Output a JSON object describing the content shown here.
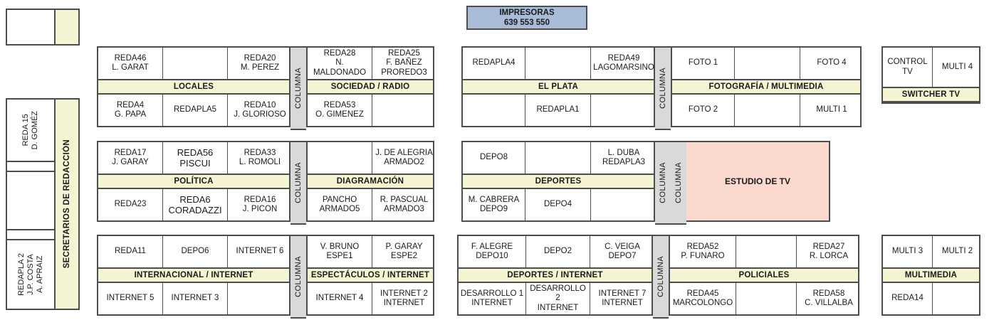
{
  "printers": {
    "title": "IMPRESORAS",
    "codes": "639  553  550"
  },
  "sidebar": {
    "label": "SECRETARIOS DE REDACCIÓN",
    "top_cell": "",
    "cells": [
      "REDA 15\nD. GOMÉZ",
      "",
      "REDAPLA 2\nJ.P. COSTA\nA. APRAIZ"
    ]
  },
  "columna_label": "COLUMNA",
  "estudio": {
    "label": "ESTUDIO DE TV",
    "color": "#fbd9cf"
  },
  "colors": {
    "band": "#f4f3d2",
    "columna": "#d9d9d9",
    "printers": "#a8bcd8",
    "studio": "#fbd9cf",
    "border": "#4d4d4d"
  },
  "rows": [
    {
      "blocks": [
        {
          "name": "locales",
          "label": "LOCALES",
          "top": [
            "REDA46\nL. GARAT",
            "",
            "REDA20\nM. PEREZ"
          ],
          "bottom": [
            "REDA4\nG. PAPA",
            "REDAPLA5",
            "REDA10\nJ. GLORIOSO"
          ]
        },
        {
          "name": "sociedad-radio",
          "label": "SOCIEDAD / RADIO",
          "top": [
            "REDA28\nN. MALDONADO",
            "REDA25\nF. BAÑEZ\nPROREDO3"
          ],
          "bottom": [
            "REDA53\nO. GIMENEZ",
            ""
          ]
        },
        {
          "name": "el-plata",
          "label": "EL PLATA",
          "top": [
            "REDAPLA4",
            "",
            "REDA49\nLAGOMARSINO"
          ],
          "bottom": [
            "",
            "REDAPLA1",
            ""
          ]
        },
        {
          "name": "fotografia-multimedia",
          "label": "FOTOGRAFÍA / MULTIMEDIA",
          "top": [
            "FOTO 1",
            "",
            "FOTO 4"
          ],
          "bottom": [
            "FOTO 2",
            "",
            "MULTI 1"
          ]
        },
        {
          "name": "switcher-tv",
          "label": "SWITCHER TV",
          "top": [
            "CONTROL TV",
            "MULTI 4"
          ],
          "bottom": []
        }
      ]
    },
    {
      "blocks": [
        {
          "name": "politica",
          "label": "POLÍTICA",
          "top": [
            "REDA17\nJ. GARAY",
            "REDA56\nPISCUI",
            "REDA33\nL. ROMOLI"
          ],
          "bottom": [
            "REDA23",
            "REDA6\nCORADAZZI",
            "REDA16\nJ. PICON"
          ]
        },
        {
          "name": "diagramacion",
          "label": "DIAGRAMACIÓN",
          "top": [
            "",
            "J. DE ALEGRIA\nARMADO2"
          ],
          "bottom": [
            "PANCHO\nARMADO5",
            "R. PASCUAL\nARMADO3"
          ]
        },
        {
          "name": "deportes",
          "label": "DEPORTES",
          "top": [
            "DEPO8",
            "",
            "L. DUBA\nREDAPLA3"
          ],
          "bottom": [
            "M. CABRERA\nDEPO9",
            "DEPO4",
            ""
          ]
        }
      ]
    },
    {
      "blocks": [
        {
          "name": "internacional-internet",
          "label": "INTERNACIONAL / INTERNET",
          "top": [
            "REDA11",
            "DEPO6",
            "INTERNET 6"
          ],
          "bottom": [
            "INTERNET 5",
            "INTERNET 3",
            ""
          ]
        },
        {
          "name": "espectaculos-internet",
          "label": "ESPECTÁCULOS / INTERNET",
          "top": [
            "V. BRUNO\nESPE1",
            "P. GARAY\nESPE2"
          ],
          "bottom": [
            "INTERNET 4",
            "INTERNET 2\nINTERNET"
          ]
        },
        {
          "name": "deportes-internet",
          "label": "DEPORTES / INTERNET",
          "top": [
            "F. ALEGRE\nDEPO10",
            "DEPO2",
            "C. VEIGA\nDEPO7"
          ],
          "bottom": [
            "DESARROLLO 1\nINTERNET",
            "DESARROLLO 2\nINTERNET",
            "INTERNET 7\nINTERNET"
          ]
        },
        {
          "name": "policiales",
          "label": "POLICIALES",
          "top": [
            "REDA52\nP. FUNARO",
            "",
            "REDA27\nR. LORCA"
          ],
          "bottom": [
            "REDA45\nMARCOLONGO",
            "",
            "REDA58\nC. VILLALBA"
          ]
        },
        {
          "name": "multimedia",
          "label": "MULTIMEDIA",
          "top": [
            "MULTI 3",
            "MULTI 2"
          ],
          "bottom": [
            "REDA14",
            ""
          ]
        }
      ]
    }
  ]
}
